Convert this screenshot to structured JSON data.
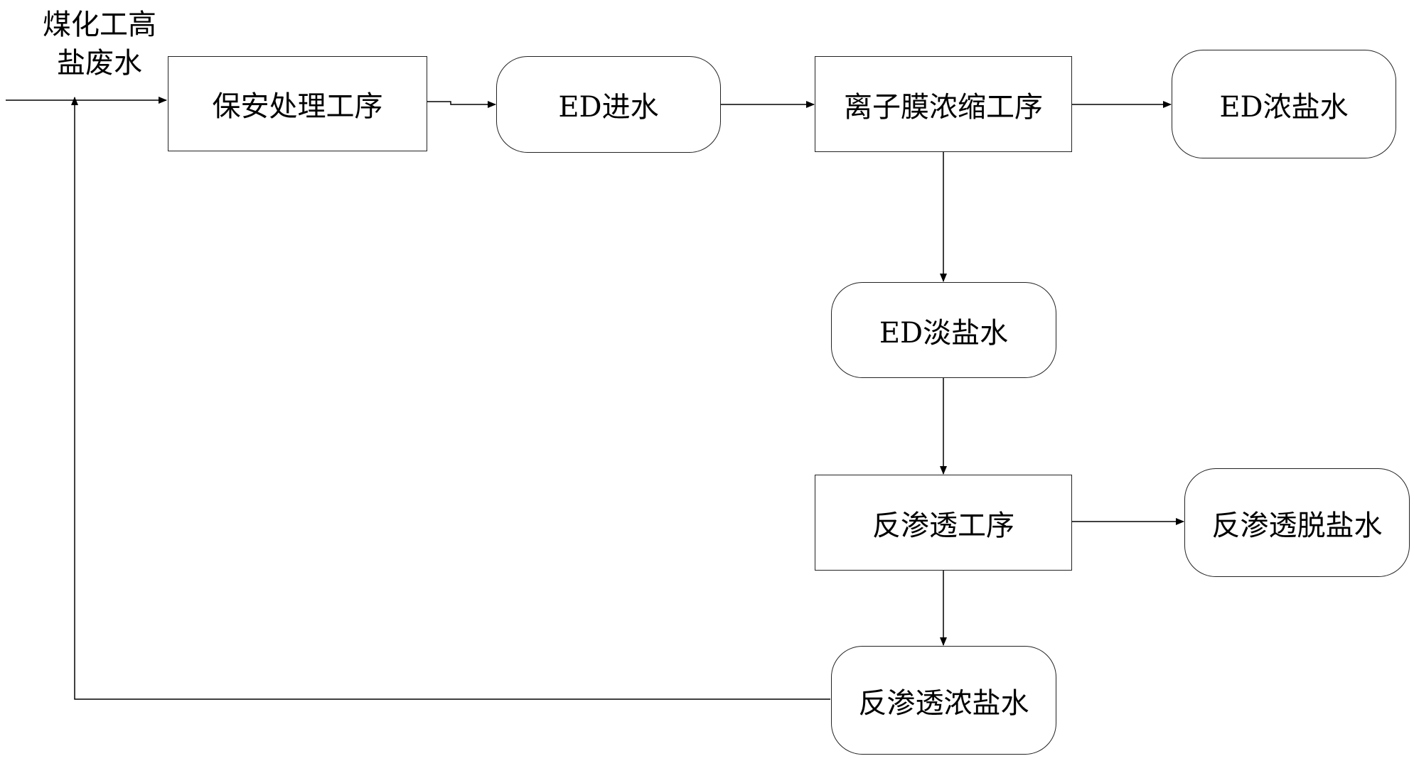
{
  "inlet": {
    "line1": "煤化工高",
    "line2": "盐废水"
  },
  "nodes": {
    "security_treatment": "保安处理工序",
    "ed_feed": "ED进水",
    "ion_membrane": "离子膜浓缩工序",
    "ed_concentrate": "ED浓盐水",
    "ed_dilute": "ED淡盐水",
    "reverse_osmosis": "反渗透工序",
    "ro_desalted": "反渗透脱盐水",
    "ro_concentrate": "反渗透浓盐水"
  }
}
